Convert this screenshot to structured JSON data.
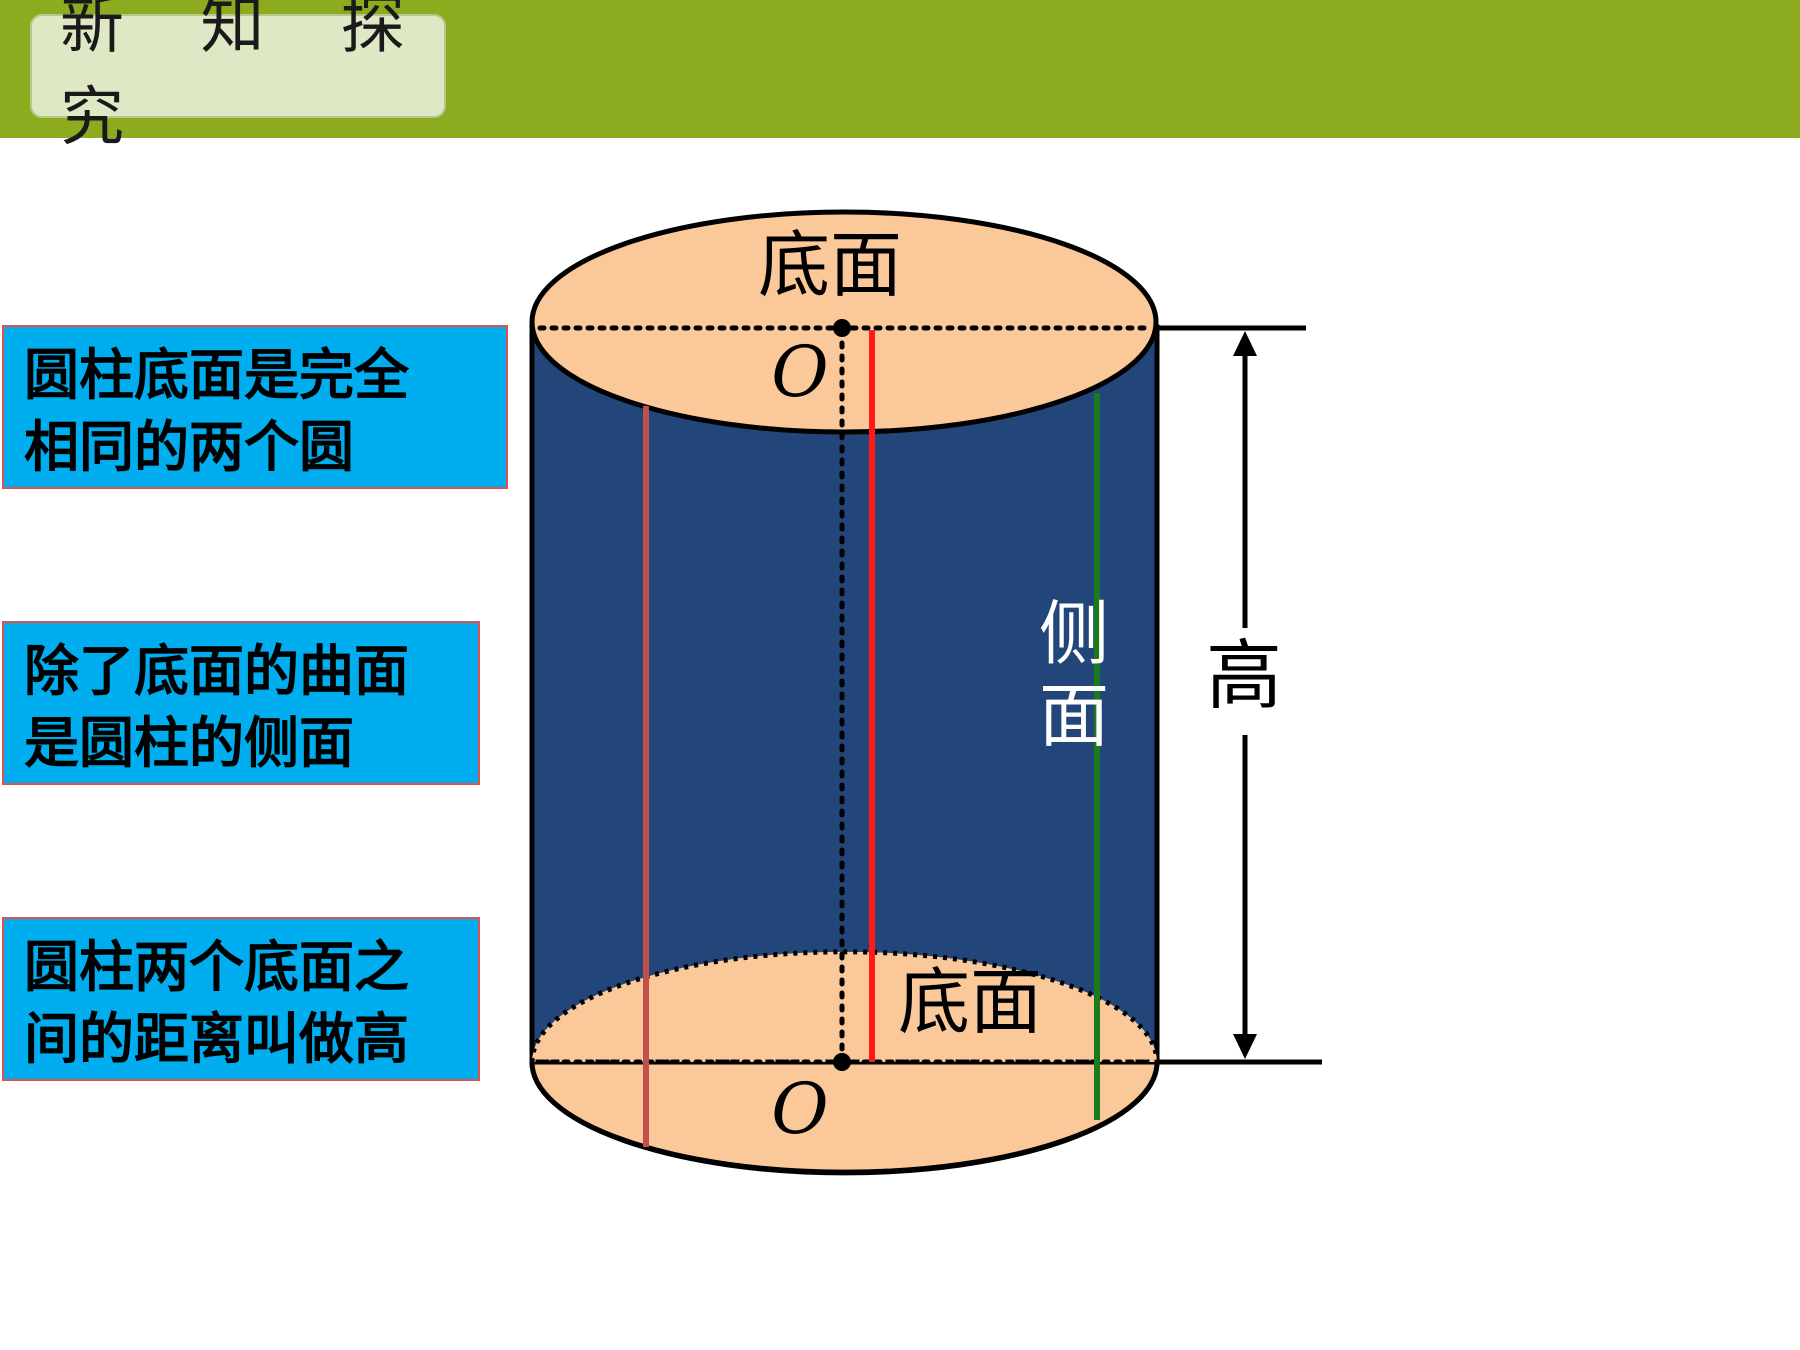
{
  "header": {
    "title": "新 知 探 究"
  },
  "callouts": [
    {
      "text": "圆柱底面是完全\n相同的两个圆"
    },
    {
      "text": "除了底面的曲面\n是圆柱的侧面"
    },
    {
      "text": "圆柱两个底面之\n间的距离叫做高"
    }
  ],
  "diagram": {
    "top_base_label": "底面",
    "bottom_base_label": "底面",
    "top_center_label": "O",
    "bottom_center_label": "O",
    "side_label_1": "侧",
    "side_label_2": "面",
    "height_label": "高"
  },
  "colors": {
    "header_green": "#8dab1f",
    "callout_blue": "#00adef",
    "callout_border": "#d9534f",
    "cylinder_side": "#23467a",
    "base_fill": "#fbc999",
    "generator_red": "#ff1a1a",
    "generator_pink": "#c0504d",
    "generator_green": "#1b7a1b"
  }
}
